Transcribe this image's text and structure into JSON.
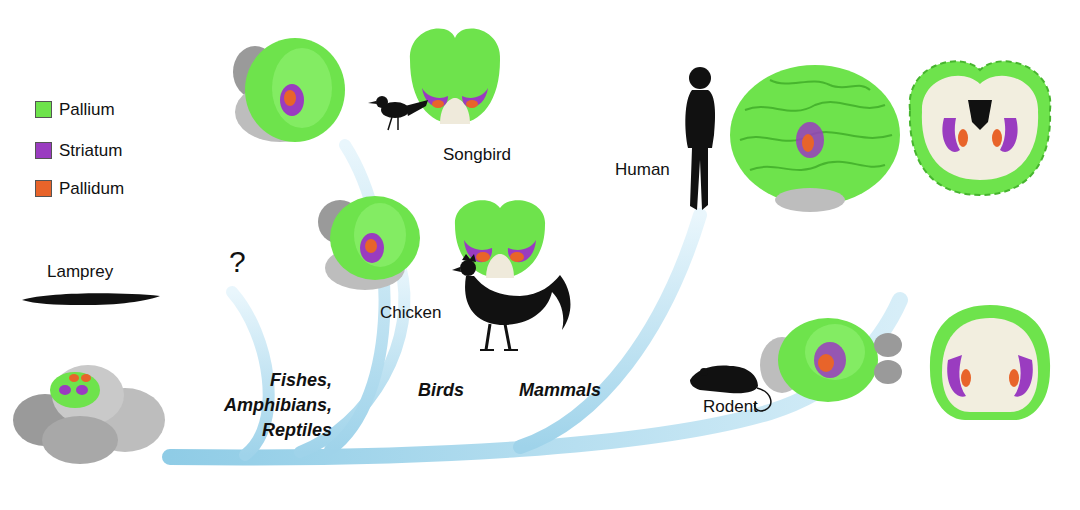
{
  "diagram": {
    "labels": [
      "Songbird",
      "Human",
      "Lamprey",
      "?",
      "Chicken",
      "Fishes, Amphibians, Reptiles",
      "Birds",
      "Mammals",
      "Rodent"
    ],
    "legend": [
      {
        "text": "Pallium",
        "color": "#6ee34c"
      },
      {
        "text": "Striatum",
        "color": "#9a3cc0"
      },
      {
        "text": "Pallidum",
        "color": "#e8642a"
      }
    ]
  }
}
